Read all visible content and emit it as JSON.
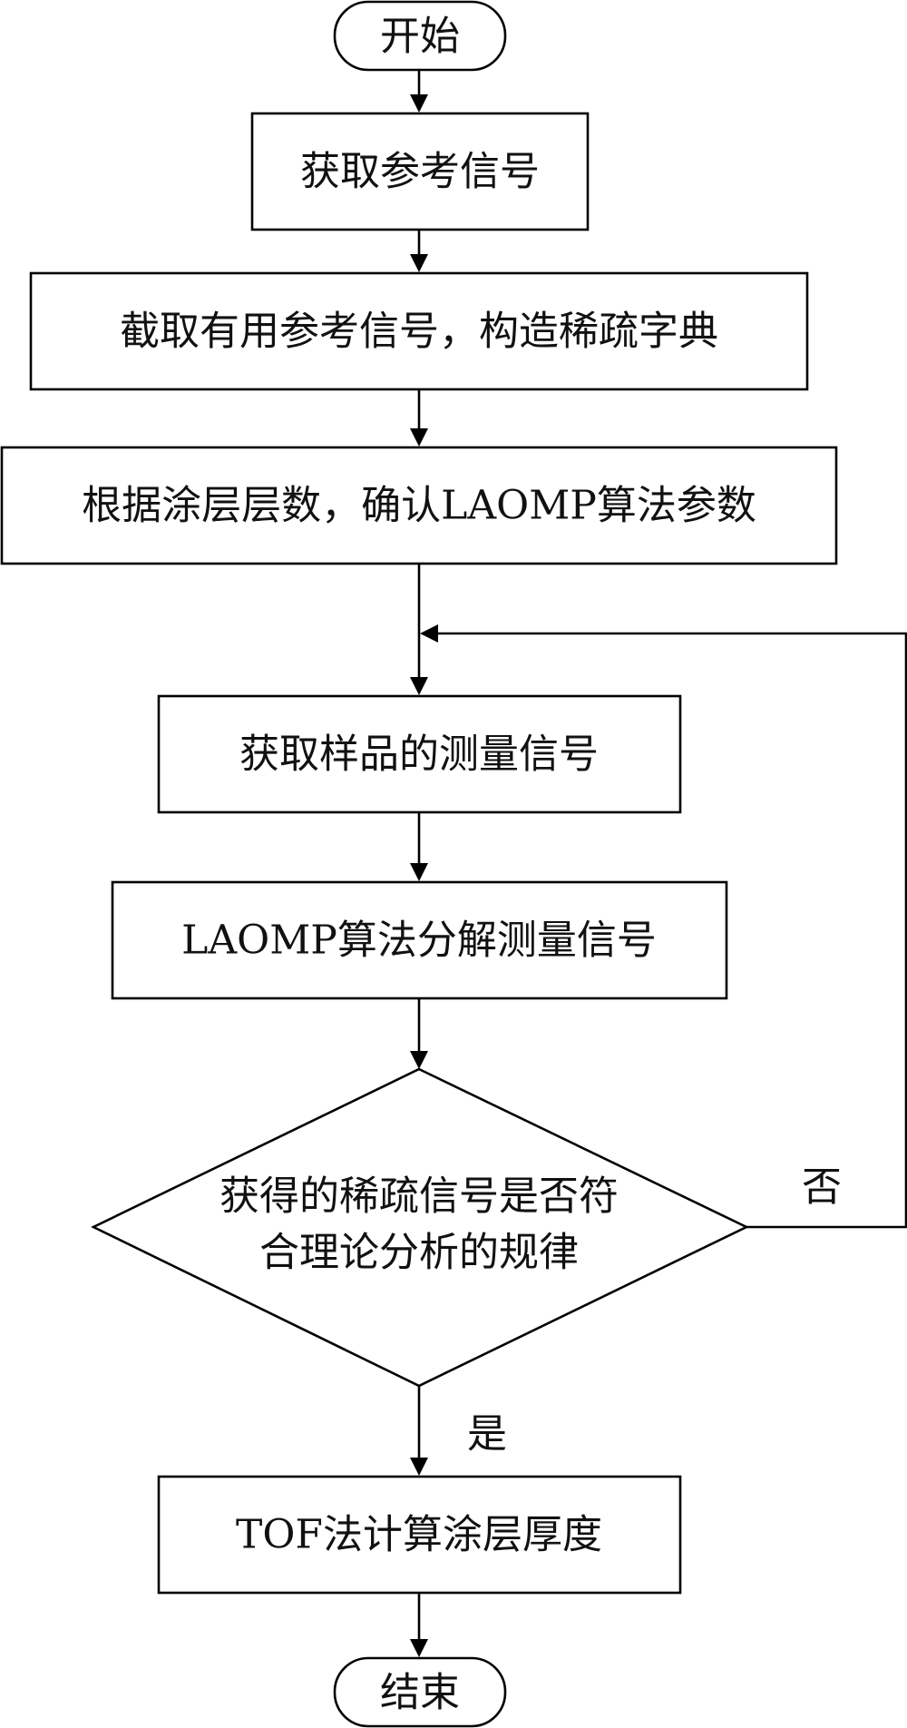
{
  "flowchart": {
    "start": "开始",
    "step_get_reference": "获取参考信号",
    "step_build_dictionary": "截取有用参考信号，构造稀疏字典",
    "step_set_parameters": "根据涂层层数，确认LAOMP算法参数",
    "step_get_measurement": "获取样品的测量信号",
    "step_decompose": "LAOMP算法分解测量信号",
    "decision_line1": "获得的稀疏信号是否符",
    "decision_line2": "合理论分析的规律",
    "branch_no": "否",
    "branch_yes": "是",
    "step_compute_thickness": "TOF法计算涂层厚度",
    "end": "结束"
  }
}
